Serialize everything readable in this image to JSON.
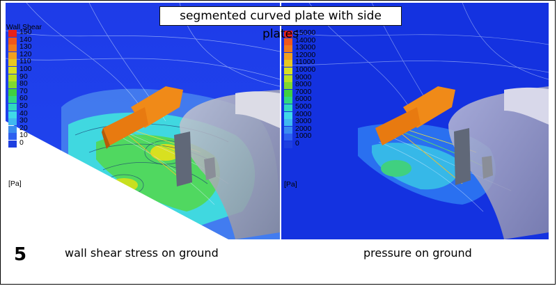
{
  "title": "segmented curved plate with side plates",
  "slide_number": "5",
  "left_panel": {
    "legend_header": "Wall Shear",
    "unit": "[Pa]",
    "ticks": [
      "150",
      "140",
      "130",
      "120",
      "110",
      "100",
      "90",
      "80",
      "70",
      "60",
      "50",
      "40",
      "30",
      "20",
      "10",
      "0"
    ],
    "caption": "wall shear stress on ground"
  },
  "right_panel": {
    "unit": "[Pa]",
    "ticks": [
      "15000",
      "14000",
      "13000",
      "12000",
      "11000",
      "10000",
      "9000",
      "8000",
      "7000",
      "6000",
      "5000",
      "4000",
      "3000",
      "2000",
      "1000",
      "0"
    ],
    "caption": "pressure on ground"
  },
  "colors": {
    "background_blue": "#1e3fe0",
    "scale": [
      "#e8201a",
      "#f0581a",
      "#f07a1a",
      "#f0a020",
      "#e8c820",
      "#d8e020",
      "#b8e020",
      "#80d830",
      "#40d040",
      "#30d880",
      "#30d8c0",
      "#40d8e8",
      "#40b8f0",
      "#3a8cf0",
      "#2e60f0",
      "#1e3fe0"
    ]
  }
}
